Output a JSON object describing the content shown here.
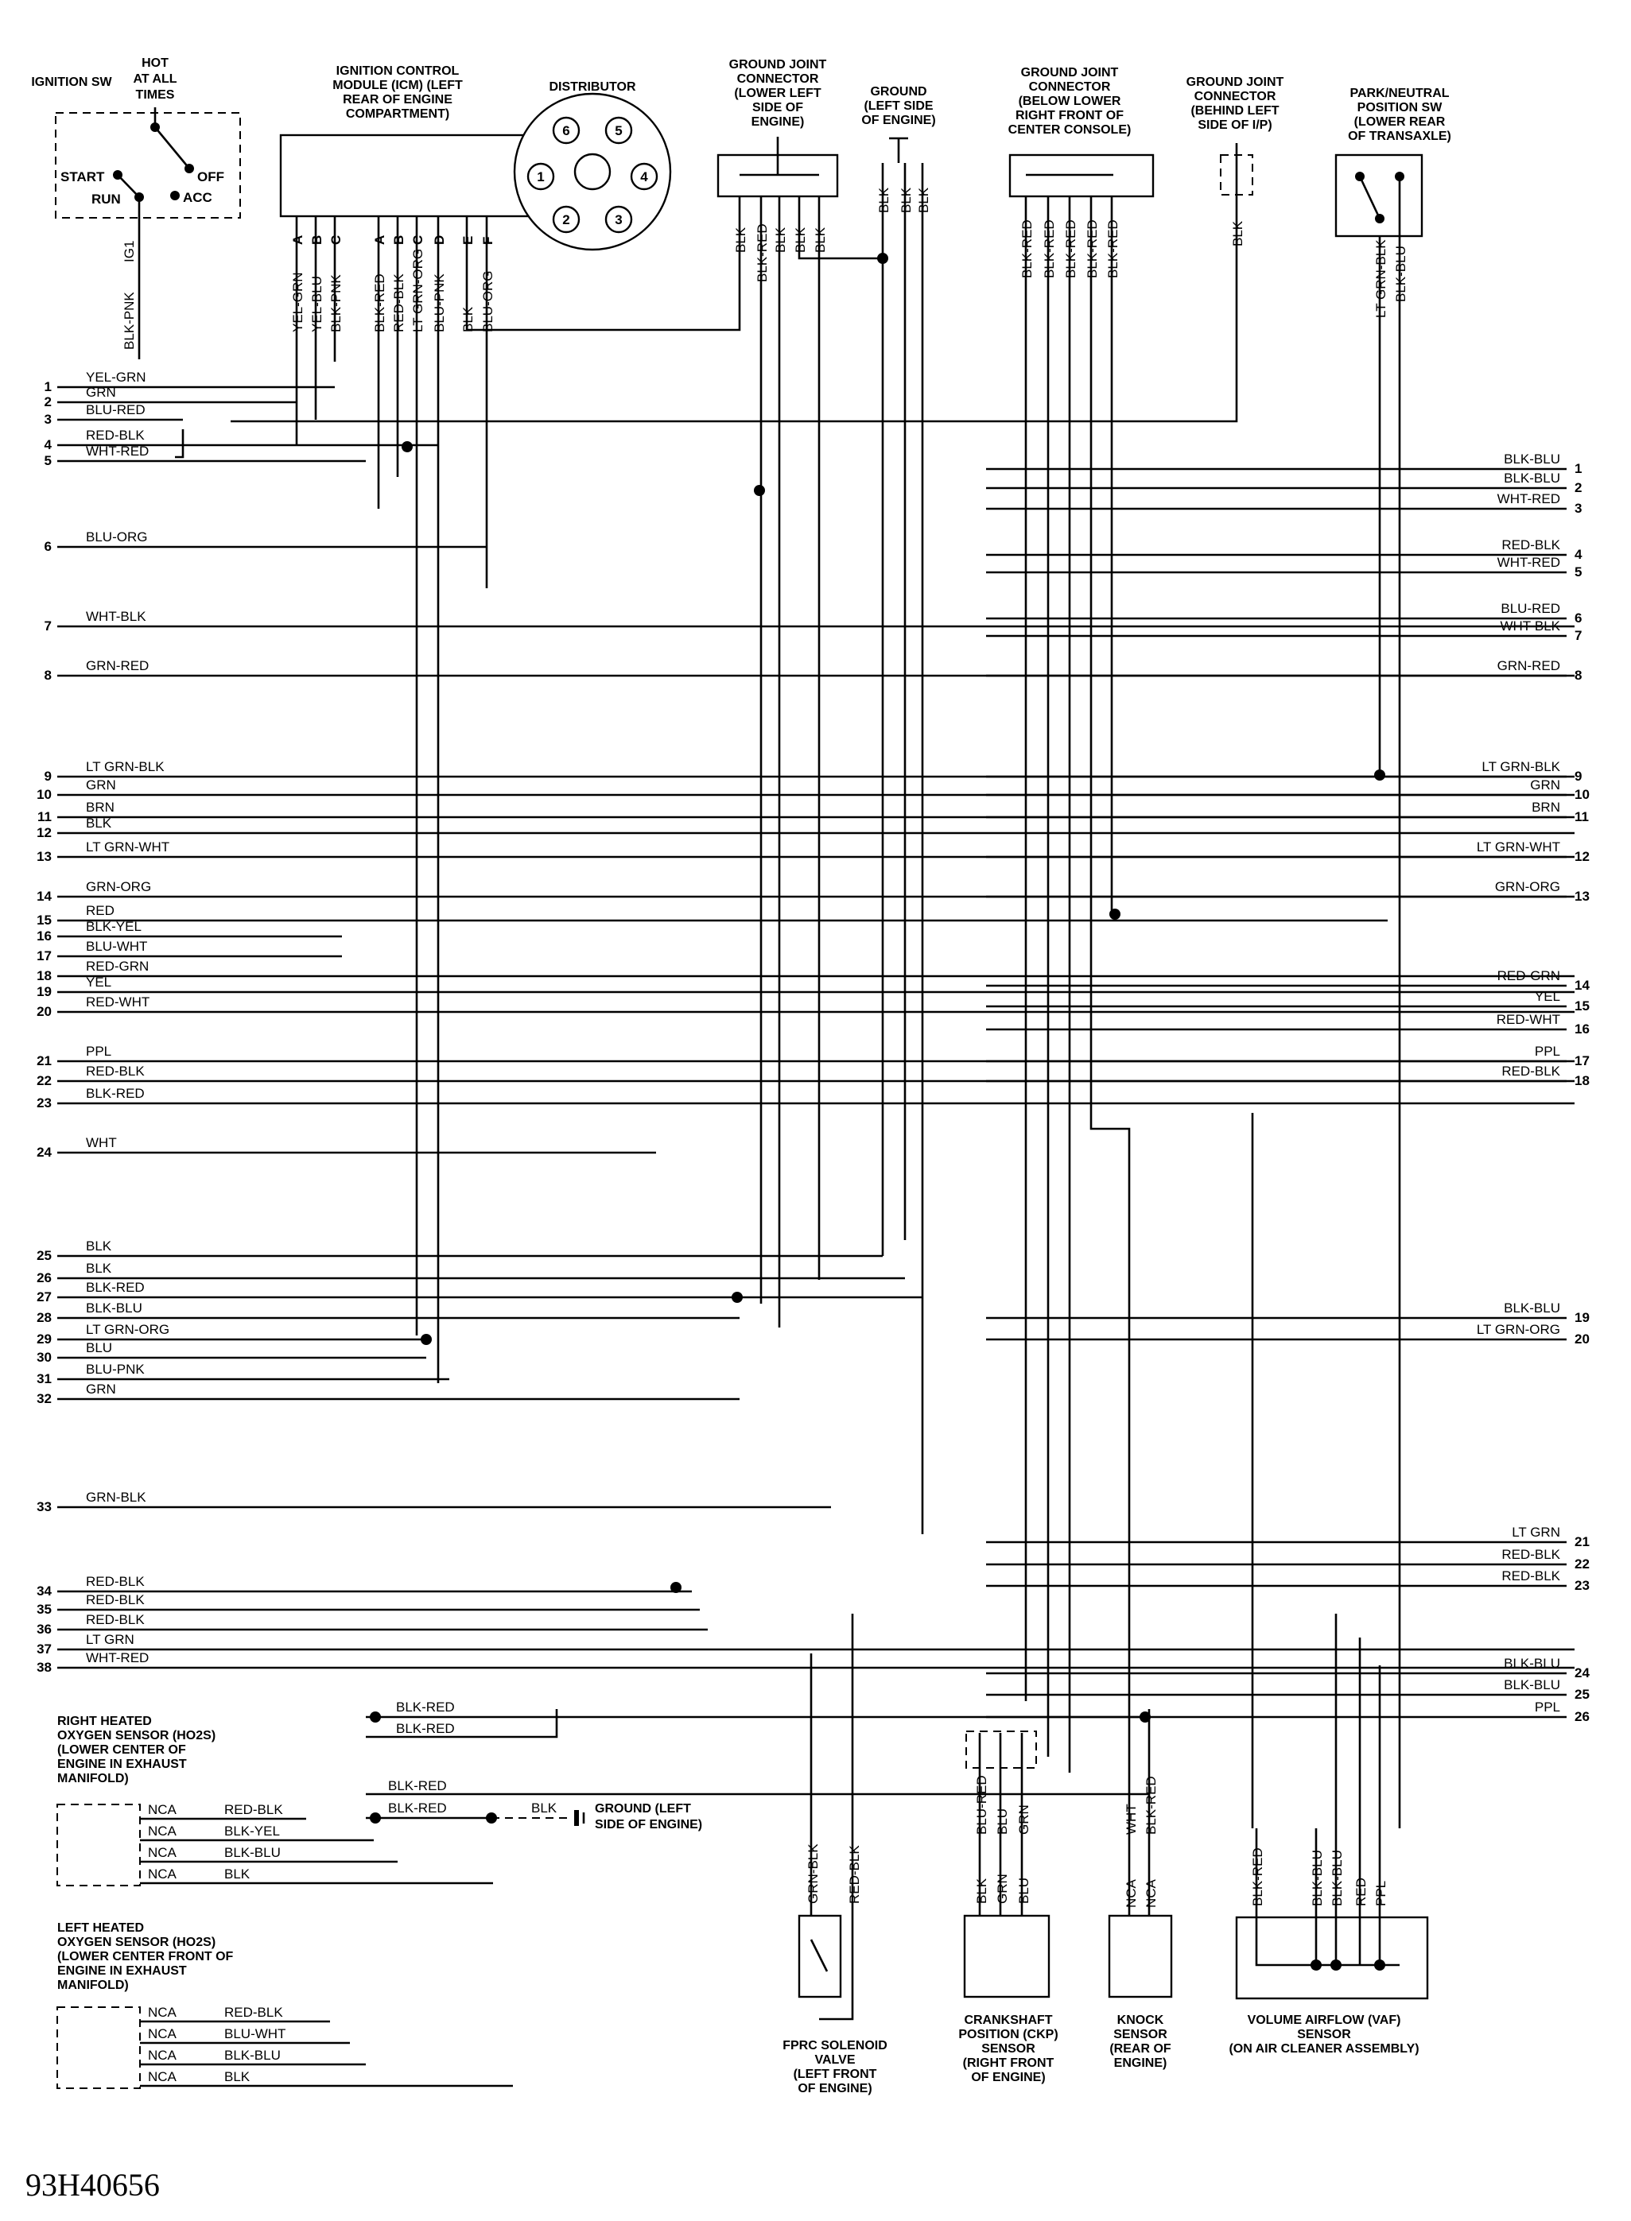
{
  "figure_id": "93H40656",
  "components": {
    "ignition_sw": "IGNITION SW",
    "hot_at_all_times": [
      "HOT",
      "AT ALL",
      "TIMES"
    ],
    "sw_positions": [
      "START",
      "OFF",
      "RUN",
      "ACC"
    ],
    "ig1": "IG1",
    "icm": [
      "IGNITION CONTROL",
      "MODULE (ICM) (LEFT",
      "REAR OF ENGINE",
      "COMPARTMENT)"
    ],
    "distributor": "DISTRIBUTOR",
    "distributor_pins": [
      "1",
      "2",
      "3",
      "4",
      "5",
      "6"
    ],
    "gjc_engine": [
      "GROUND JOINT",
      "CONNECTOR",
      "(LOWER LEFT",
      "SIDE OF",
      "ENGINE)"
    ],
    "ground_engine": [
      "GROUND",
      "(LEFT SIDE",
      "OF ENGINE)"
    ],
    "gjc_console": [
      "GROUND JOINT",
      "CONNECTOR",
      "(BELOW LOWER",
      "RIGHT FRONT OF",
      "CENTER CONSOLE)"
    ],
    "gjc_ip": [
      "GROUND JOINT",
      "CONNECTOR",
      "(BEHIND LEFT",
      "SIDE OF I/P)"
    ],
    "pnp_sw": [
      "PARK/NEUTRAL",
      "POSITION SW",
      "(LOWER REAR",
      "OF TRANSAXLE)"
    ],
    "right_ho2s": [
      "RIGHT HEATED",
      "OXYGEN SENSOR (HO2S)",
      "(LOWER CENTER OF",
      "ENGINE IN EXHAUST",
      "MANIFOLD)"
    ],
    "left_ho2s": [
      "LEFT HEATED",
      "OXYGEN SENSOR (HO2S)",
      "(LOWER CENTER FRONT OF",
      "ENGINE IN EXHAUST",
      "MANIFOLD)"
    ],
    "ground_left_side": [
      "GROUND (LEFT",
      "SIDE OF ENGINE)"
    ],
    "fprc": [
      "FPRC SOLENOID",
      "VALVE",
      "(LEFT FRONT",
      "OF ENGINE)"
    ],
    "ckp": [
      "CRANKSHAFT",
      "POSITION (CKP)",
      "SENSOR",
      "(RIGHT FRONT",
      "OF ENGINE)"
    ],
    "knock": [
      "KNOCK",
      "SENSOR",
      "(REAR OF",
      "ENGINE)"
    ],
    "vaf": [
      "VOLUME AIRFLOW (VAF)",
      "SENSOR",
      "(ON AIR CLEANER ASSEMBLY)"
    ],
    "nca": "NCA"
  },
  "icm_terminals": [
    {
      "wire": "YEL-GRN",
      "pin": "A"
    },
    {
      "wire": "YEL-BLU",
      "pin": "B"
    },
    {
      "wire": "BLK-PNK",
      "pin": "C"
    },
    {
      "wire": "BLK-RED",
      "pin": "A"
    },
    {
      "wire": "RED-BLK",
      "pin": "B"
    },
    {
      "wire": "LT GRN-ORG",
      "pin": "C"
    },
    {
      "wire": "BLU-PNK",
      "pin": "D"
    },
    {
      "wire": "BLK",
      "pin": "E"
    },
    {
      "wire": "BLU-ORG",
      "pin": "F"
    }
  ],
  "top_wires": {
    "ignition_feed": "BLK-PNK",
    "gjc_engine": [
      "BLK",
      "BLK-RED",
      "BLK",
      "BLK",
      "BLK"
    ],
    "ground_engine": [
      "BLK",
      "BLK",
      "BLK"
    ],
    "gjc_console": [
      "BLK-RED",
      "BLK-RED",
      "BLK-RED",
      "BLK-RED",
      "BLK-RED"
    ],
    "gjc_ip": "BLK",
    "pnp": [
      "LT GRN-BLK",
      "BLK-BLU"
    ]
  },
  "left_connector": [
    {
      "pin": "1",
      "wire": "YEL-GRN"
    },
    {
      "pin": "2",
      "wire": "GRN"
    },
    {
      "pin": "3",
      "wire": "BLU-RED"
    },
    {
      "pin": "4",
      "wire": "RED-BLK"
    },
    {
      "pin": "5",
      "wire": "WHT-RED"
    },
    {
      "pin": "6",
      "wire": "BLU-ORG"
    },
    {
      "pin": "7",
      "wire": "WHT-BLK"
    },
    {
      "pin": "8",
      "wire": "GRN-RED"
    },
    {
      "pin": "9",
      "wire": "LT GRN-BLK"
    },
    {
      "pin": "10",
      "wire": "GRN"
    },
    {
      "pin": "11",
      "wire": "BRN"
    },
    {
      "pin": "12",
      "wire": "BLK"
    },
    {
      "pin": "13",
      "wire": "LT GRN-WHT"
    },
    {
      "pin": "14",
      "wire": "GRN-ORG"
    },
    {
      "pin": "15",
      "wire": "RED"
    },
    {
      "pin": "16",
      "wire": "BLK-YEL"
    },
    {
      "pin": "17",
      "wire": "BLU-WHT"
    },
    {
      "pin": "18",
      "wire": "RED-GRN"
    },
    {
      "pin": "19",
      "wire": "YEL"
    },
    {
      "pin": "20",
      "wire": "RED-WHT"
    },
    {
      "pin": "21",
      "wire": "PPL"
    },
    {
      "pin": "22",
      "wire": "RED-BLK"
    },
    {
      "pin": "23",
      "wire": "BLK-RED"
    },
    {
      "pin": "24",
      "wire": "WHT"
    },
    {
      "pin": "25",
      "wire": "BLK"
    },
    {
      "pin": "26",
      "wire": "BLK"
    },
    {
      "pin": "27",
      "wire": "BLK-RED"
    },
    {
      "pin": "28",
      "wire": "BLK-BLU"
    },
    {
      "pin": "29",
      "wire": "LT GRN-ORG"
    },
    {
      "pin": "30",
      "wire": "BLU"
    },
    {
      "pin": "31",
      "wire": "BLU-PNK"
    },
    {
      "pin": "32",
      "wire": "GRN"
    },
    {
      "pin": "33",
      "wire": "GRN-BLK"
    },
    {
      "pin": "34",
      "wire": "RED-BLK"
    },
    {
      "pin": "35",
      "wire": "RED-BLK"
    },
    {
      "pin": "36",
      "wire": "RED-BLK"
    },
    {
      "pin": "37",
      "wire": "LT GRN"
    },
    {
      "pin": "38",
      "wire": "WHT-RED"
    }
  ],
  "right_connector": [
    {
      "pin": "1",
      "wire": "BLK-BLU"
    },
    {
      "pin": "2",
      "wire": "BLK-BLU"
    },
    {
      "pin": "3",
      "wire": "WHT-RED"
    },
    {
      "pin": "4",
      "wire": "RED-BLK"
    },
    {
      "pin": "5",
      "wire": "WHT-RED"
    },
    {
      "pin": "6",
      "wire": "BLU-RED"
    },
    {
      "pin": "7",
      "wire": "WHT-BLK"
    },
    {
      "pin": "8",
      "wire": "GRN-RED"
    },
    {
      "pin": "9",
      "wire": "LT GRN-BLK"
    },
    {
      "pin": "10",
      "wire": "GRN"
    },
    {
      "pin": "11",
      "wire": "BRN"
    },
    {
      "pin": "12",
      "wire": "LT GRN-WHT"
    },
    {
      "pin": "13",
      "wire": "GRN-ORG"
    },
    {
      "pin": "14",
      "wire": "RED-GRN"
    },
    {
      "pin": "15",
      "wire": "YEL"
    },
    {
      "pin": "16",
      "wire": "RED-WHT"
    },
    {
      "pin": "17",
      "wire": "PPL"
    },
    {
      "pin": "18",
      "wire": "RED-BLK"
    },
    {
      "pin": "19",
      "wire": "BLK-BLU"
    },
    {
      "pin": "20",
      "wire": "LT GRN-ORG"
    },
    {
      "pin": "21",
      "wire": "LT GRN"
    },
    {
      "pin": "22",
      "wire": "RED-BLK"
    },
    {
      "pin": "23",
      "wire": "RED-BLK"
    },
    {
      "pin": "24",
      "wire": "BLK-BLU"
    },
    {
      "pin": "25",
      "wire": "BLK-BLU"
    },
    {
      "pin": "26",
      "wire": "PPL"
    }
  ],
  "lower_wires": {
    "pair1": [
      "BLK-RED",
      "BLK-RED"
    ],
    "pair2": [
      "BLK-RED",
      "BLK-RED"
    ],
    "ground_wire": "BLK",
    "right_ho2s_wires": [
      "RED-BLK",
      "BLK-YEL",
      "BLK-BLU",
      "BLK"
    ],
    "left_ho2s_wires": [
      "RED-BLK",
      "BLU-WHT",
      "BLK-BLU",
      "BLK"
    ],
    "fprc_wires": [
      "GRN-BLK",
      "RED-BLK"
    ],
    "ckp_upper": [
      "BLU-RED",
      "BLU",
      "GRN"
    ],
    "ckp_lower": [
      "BLK",
      "GRN",
      "BLU"
    ],
    "knock_upper": [
      "WHT",
      "BLK-RED"
    ],
    "vaf_wires": [
      "BLK-RED",
      "BLK-BLU",
      "BLK-BLU",
      "RED",
      "PPL"
    ]
  }
}
